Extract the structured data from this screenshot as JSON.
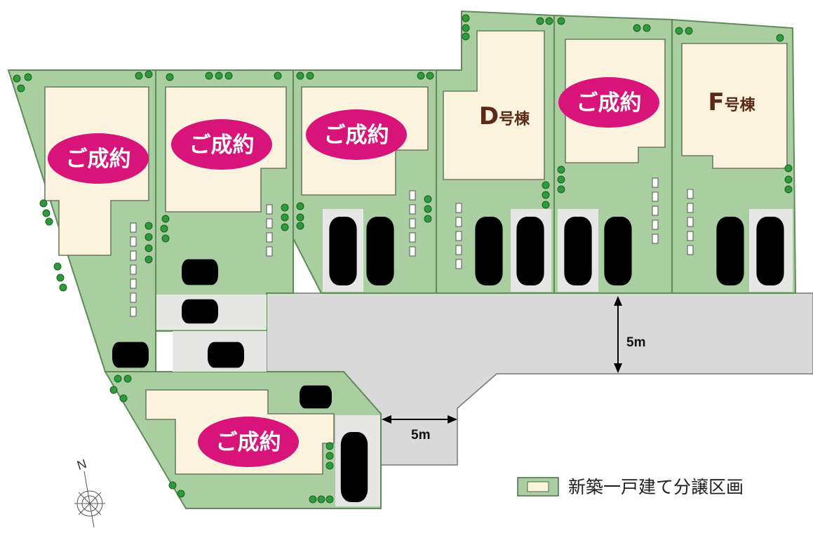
{
  "lots": [
    {
      "id": "lot-1",
      "label": "ご成約"
    },
    {
      "id": "lot-2",
      "label": "ご成約"
    },
    {
      "id": "lot-3",
      "label": "ご成約"
    },
    {
      "id": "lot-d",
      "label": "D号棟",
      "letter": "D",
      "suffix": "号棟"
    },
    {
      "id": "lot-e",
      "label": "ご成約"
    },
    {
      "id": "lot-f",
      "label": "F号棟",
      "letter": "F",
      "suffix": "号棟"
    },
    {
      "id": "lot-bottom",
      "label": "ご成約"
    }
  ],
  "roads": {
    "main_width": "5m",
    "branch_width": "5m"
  },
  "legend": {
    "label": "新築一戸建て分譲区画"
  },
  "compass": {
    "north": "N"
  },
  "colors": {
    "lot_green": "#a9cfa0",
    "house_cream": "#fbf3dd",
    "sold_magenta": "#d8137a",
    "road_gray": "#d9d9d9",
    "building_brown": "#5a2a16"
  }
}
